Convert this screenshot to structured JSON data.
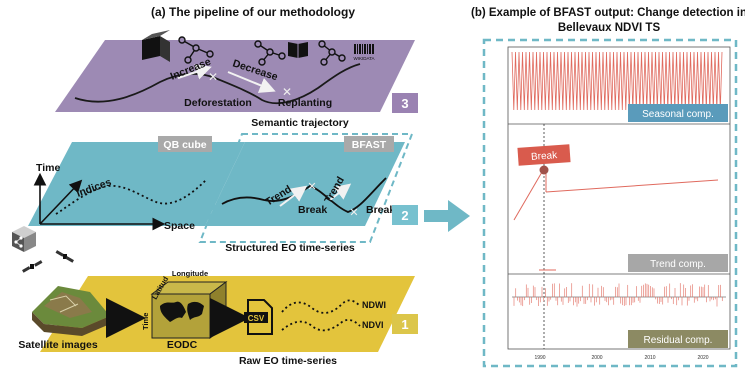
{
  "left_title": "(a) The pipeline of our methodology",
  "right_title_line1": "(b) Example of BFAST output: Change detection in",
  "right_title_line2": "Bellevaux NDVI TS",
  "layer3": {
    "number": "3",
    "caption": "Semantic trajectory",
    "increase": "Increase",
    "decrease": "Decrease",
    "deforestation": "Deforestation",
    "replanting": "Replanting",
    "wikidata": "WIKIDATA"
  },
  "layer2": {
    "number": "2",
    "caption": "Structured EO time-series",
    "qb_cube": "QB cube",
    "bfast": "BFAST",
    "time": "Time",
    "indices": "Indices",
    "space": "Space",
    "trend1": "Trend",
    "trend2": "Trend",
    "break1": "Break",
    "break2": "Break"
  },
  "layer1": {
    "number": "1",
    "caption": "Raw EO time-series",
    "satellite": "Satellite images",
    "eodc": "EODC",
    "longitude": "Longitude",
    "latitude": "Latitud",
    "time": "Time",
    "csv": "CSV",
    "ndwi": "NDWI",
    "ndvi": "NDVI"
  },
  "bfast_panel": {
    "seasonal": "Seasonal comp.",
    "trend": "Trend comp.",
    "residual": "Residual comp.",
    "break": "Break",
    "x_ticks": [
      "1990",
      "2000",
      "2010",
      "2020"
    ]
  },
  "colors": {
    "purple": "#9d8ab4",
    "teal": "#6fb8c6",
    "yellow": "#e3c43c",
    "badge3": "#9a82b2",
    "badge2": "#77c1cf",
    "badge1": "#dcc64a",
    "red": "#e06a5e"
  }
}
